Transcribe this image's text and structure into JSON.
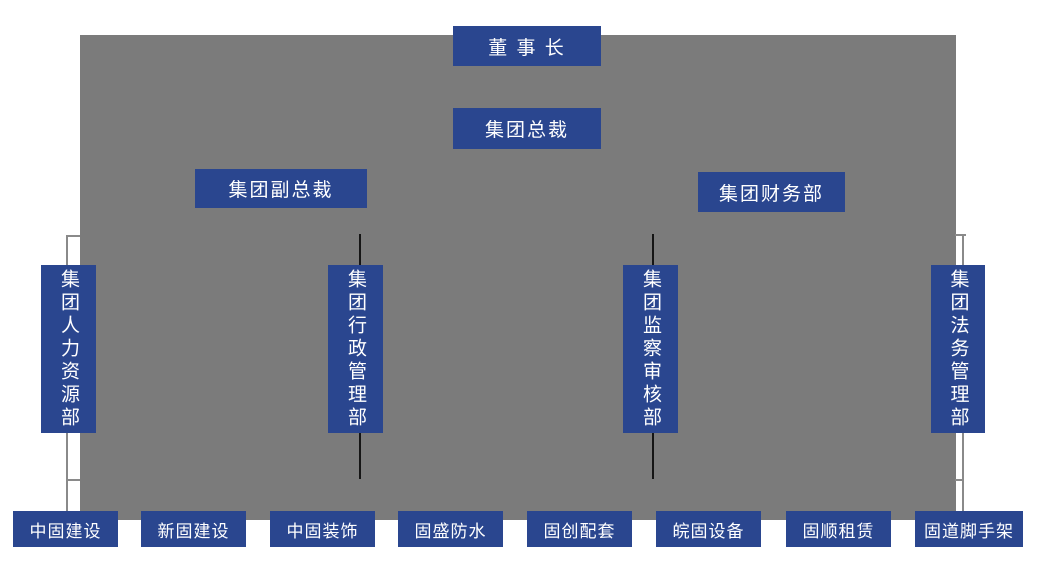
{
  "colors": {
    "node_blue": "#2A468F",
    "canvas_gray": "#7B7B7B",
    "connector_dark": "#151515",
    "connector_gray": "#8A8A8A",
    "text_white": "#FFFFFF"
  },
  "nodes": {
    "chairman": "董 事 长",
    "president": "集团总裁",
    "vice_president": "集团副总裁",
    "finance_dept": "集团财务部"
  },
  "departments": [
    {
      "label": "集团人力资源部"
    },
    {
      "label": "集团行政管理部"
    },
    {
      "label": "集团监察审核部"
    },
    {
      "label": "集团法务管理部"
    }
  ],
  "subsidiaries": [
    {
      "label": "中固建设"
    },
    {
      "label": "新固建设"
    },
    {
      "label": "中固装饰"
    },
    {
      "label": "固盛防水"
    },
    {
      "label": "固创配套"
    },
    {
      "label": "皖固设备"
    },
    {
      "label": "固顺租赁"
    },
    {
      "label": "固道脚手架"
    }
  ]
}
